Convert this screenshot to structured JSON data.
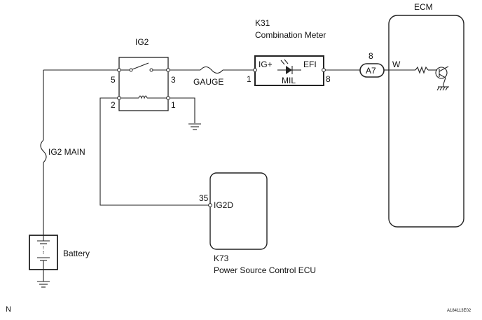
{
  "ig2_relay": {
    "title": "IG2",
    "pins": {
      "p5": "5",
      "p3": "3",
      "p2": "2",
      "p1": "1"
    }
  },
  "fuse_gauge": {
    "label": "GAUGE"
  },
  "fuse_ig2_main": {
    "label": "IG2 MAIN"
  },
  "combination_meter": {
    "code": "K31",
    "name": "Combination Meter",
    "terminal_left": "IG+",
    "terminal_right": "EFI",
    "pin_left": "1",
    "pin_right": "8",
    "led_label": "MIL"
  },
  "connector": {
    "label": "A7",
    "pin": "8"
  },
  "ecm": {
    "title": "ECM",
    "terminal": "W"
  },
  "power_ecu": {
    "code": "K73",
    "name": "Power Source Control ECU",
    "terminal": "IG2D",
    "pin": "35"
  },
  "battery": {
    "label": "Battery"
  },
  "footer": {
    "left_mark": "N",
    "figure_id": "A184113E02"
  }
}
